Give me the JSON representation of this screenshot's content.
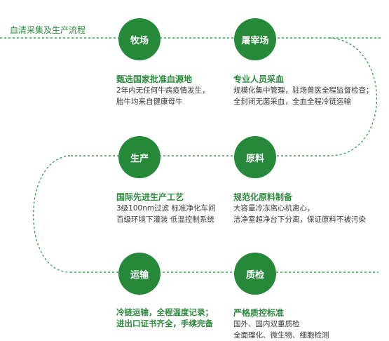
{
  "title": "血清采集及生产流程",
  "steps": [
    {
      "node": "牧场",
      "heading": "甄选国家批准血源地",
      "lines": [
        "2年内无任何牛病疫情发生，",
        "胎牛均来自健康母牛"
      ]
    },
    {
      "node": "屠宰场",
      "heading": "专业人员采血",
      "lines": [
        "规模化集中管理，驻场兽医全程监督检查；",
        "全封闭无菌采血，全血全程冷链运输"
      ]
    },
    {
      "node": "生产",
      "heading": "国际先进生产工艺",
      "lines": [
        "3级100nm过滤  标准净化车间",
        "百级环境下灌装  低温控制系统"
      ]
    },
    {
      "node": "原料",
      "heading": "规范化原料制备",
      "lines": [
        "大容量冷冻离心机离心，",
        "洁净室超净台下分离，保证原料不被污染"
      ]
    },
    {
      "node": "运输",
      "heading": "",
      "lines": [
        "冷链运输，全程温度记录；",
        "进出口证书齐全，手续完备"
      ]
    },
    {
      "node": "质检",
      "heading": "严格质控标准",
      "lines": [
        "国外、国内双重质检",
        "全面理化、微生物、细胞检测"
      ]
    }
  ],
  "colors": {
    "accent": "#26893a",
    "text_green": "#2d8a3e",
    "text_body": "#3a3a3a",
    "dash": "#3aa655"
  }
}
